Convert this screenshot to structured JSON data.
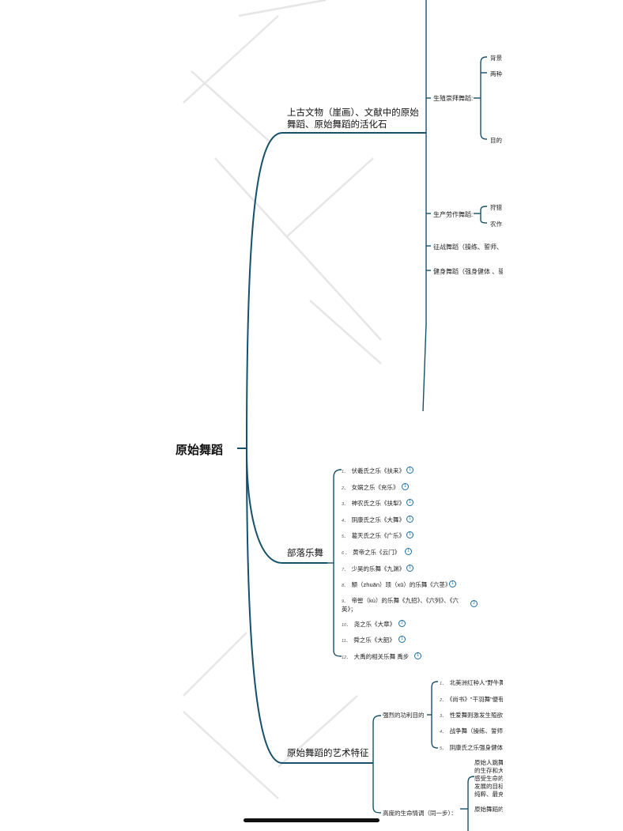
{
  "root": "原始舞蹈",
  "branch1": {
    "title": "上古文物（崖画）、文献中的原始舞蹈、原始舞蹈的活化石",
    "title_line1": "上古文物（崖画）、文献中的原始",
    "title_line2": "舞蹈、原始舞蹈的活化石",
    "children": [
      {
        "label": "生殖崇拜舞蹈:",
        "children": [
          "背景",
          "两种",
          "目的"
        ]
      },
      {
        "label": "生产劳作舞蹈:",
        "children": [
          "狩猎",
          "农作"
        ]
      },
      {
        "label": "征战舞蹈（操练、誓师、祝"
      },
      {
        "label": "健身舞蹈（强身健体 、驱"
      }
    ]
  },
  "branch2": {
    "title": "部落乐舞",
    "items": [
      {
        "num": "1、",
        "label": "伏羲氏之乐《扶来》",
        "badge": "1"
      },
      {
        "num": "2、",
        "label": "女娲之乐《充乐》",
        "badge": "1"
      },
      {
        "num": "3、",
        "label": "神农氏之乐《扶犁》",
        "badge": "1"
      },
      {
        "num": "4、",
        "label": "阴康氏之乐《大舞》",
        "badge": "1"
      },
      {
        "num": "5、",
        "label": "葛天氏之乐《广乐》",
        "badge": "1"
      },
      {
        "num": "6 、",
        "label": "黄帝之乐《云门》",
        "badge": "1"
      },
      {
        "num": "7、",
        "label": "少昊的乐舞《九渊》",
        "badge": "1"
      },
      {
        "num": "8、",
        "label": "颛（zhuān）顼（xū）的乐舞《六茎》",
        "badge": "1"
      },
      {
        "num": "9、",
        "label_line1": "帝喾（kù）的乐舞《九招》、《六列》、《六",
        "label_line2": "英》；",
        "badge": "2"
      },
      {
        "num": "10、",
        "label": "尧之乐《大章》",
        "badge": "2"
      },
      {
        "num": "11、",
        "label": "舜之乐《大韶》",
        "badge": "1"
      },
      {
        "num": "12、",
        "label": "大禹的相关乐舞  禹步",
        "badge": "1"
      }
    ]
  },
  "branch3": {
    "title": "原始舞蹈的艺术特征",
    "children": [
      {
        "label": "强烈的功利目的",
        "items": [
          {
            "num": "1、",
            "label": "北美洲红种人\"野牛舞\""
          },
          {
            "num": "2、",
            "label": "《尚书》\"干羽舞\"便有"
          },
          {
            "num": "3、",
            "label": "性爱舞则激发生殖欲望"
          },
          {
            "num": "4、",
            "label": "战争舞（操练、誓师、"
          },
          {
            "num": "5、",
            "label": "阴康氏之乐强身健体"
          }
        ]
      },
      {
        "label": "高度的生命情调（同一步）：",
        "items": [
          {
            "line1": "原始人跳舞",
            "line2": "的生存和大",
            "line3": "感受生命的",
            "line4": "发展的目标",
            "line5": "纯粹、最充"
          },
          {
            "line1": "原始舞蹈的"
          }
        ]
      }
    ]
  },
  "colors": {
    "line": "#16506a",
    "badge": "#1e6ea0",
    "watermark": "#e4e4e4"
  }
}
